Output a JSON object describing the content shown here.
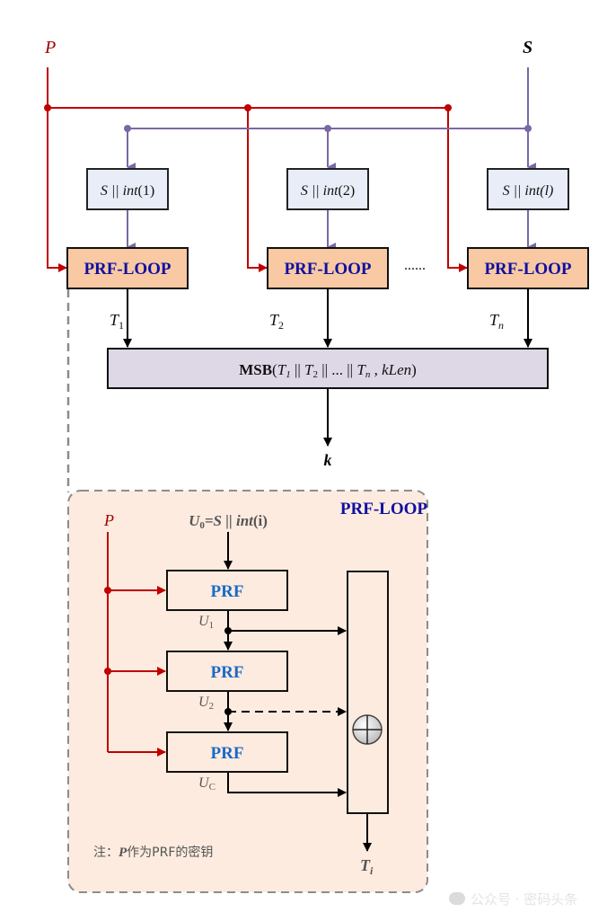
{
  "diagram": {
    "inputs": {
      "p_label": "P",
      "s_label": "S"
    },
    "concat_boxes": [
      {
        "prefix": "S || ",
        "func": "int",
        "arg": "(1)"
      },
      {
        "prefix": "S || ",
        "func": "int",
        "arg": "(2)"
      },
      {
        "prefix": "S || ",
        "func": "int",
        "arg": "(l)"
      }
    ],
    "prf_loop_boxes": [
      {
        "label": "PRF-LOOP"
      },
      {
        "label": "PRF-LOOP"
      },
      {
        "label": "PRF-LOOP"
      }
    ],
    "ellipsis": "......",
    "outputs": [
      {
        "base": "T",
        "sub": "1"
      },
      {
        "base": "T",
        "sub": "2"
      },
      {
        "base": "T",
        "sub": "n"
      }
    ],
    "msb_box": {
      "func": "MSB",
      "args": "(T1 || T2 || ... || Tn , kLen)",
      "open": "(",
      "t1": "T",
      "t1_sub": "1",
      "sep1": " || ",
      "t2": "T",
      "t2_sub": "2",
      "sep2": " || ... || ",
      "tn": "T",
      "tn_sub": "n",
      "tail": " , ",
      "klen": "kLen",
      "close": ")"
    },
    "final_output": "k",
    "detail": {
      "title": "PRF-LOOP",
      "p_label": "P",
      "u0_label": {
        "u": "U",
        "sub": "0",
        "rest": "=S || ",
        "func": "int",
        "arg": "(i)"
      },
      "prf_boxes": [
        {
          "label": "PRF"
        },
        {
          "label": "PRF"
        },
        {
          "label": "PRF"
        }
      ],
      "u_labels": [
        {
          "base": "U",
          "sub": "1"
        },
        {
          "base": "U",
          "sub": "2"
        },
        {
          "base": "U",
          "sub": "C"
        }
      ],
      "xor_symbol": "xor-icon",
      "output": {
        "base": "T",
        "sub": "i"
      },
      "note": {
        "prefix": "注：",
        "p": "P",
        "suffix": "作为PRF的密钥"
      }
    },
    "colors": {
      "p_line": "#c00000",
      "s_line": "#7a68a6",
      "prf_loop_fill": "#f8c9a3",
      "prf_loop_text": "#1010a0",
      "concat_fill": "#e8edf7",
      "msb_fill": "#ddd7e6",
      "detail_fill": "#fdebdf",
      "prf_text": "#1a6ac6"
    }
  },
  "watermark": {
    "text": "公众号 · 密码头条"
  }
}
